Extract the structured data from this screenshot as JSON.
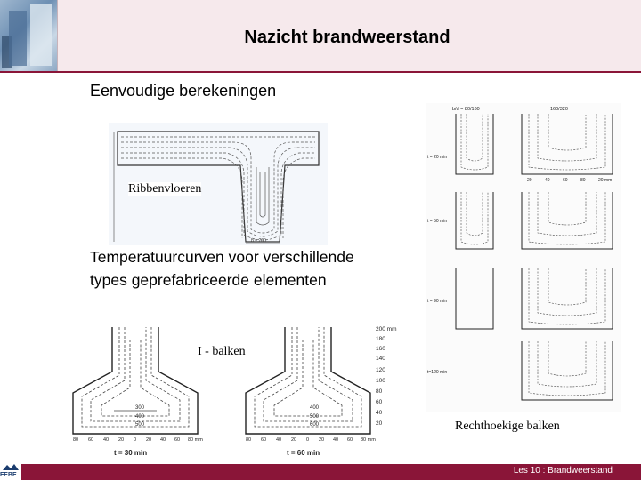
{
  "header": {
    "title": "Nazicht brandweerstand"
  },
  "content": {
    "heading": "Eenvoudige berekeningen",
    "subheading_line1": "Temperatuurcurven voor verschillende",
    "subheading_line2": "types geprefabriceerde elementen"
  },
  "figures": {
    "ribbed_floor": {
      "caption": "Ribbenvloeren"
    },
    "i_beams": {
      "caption": "I - balken",
      "scale_labels": [
        "200 mm",
        "180",
        "160",
        "140",
        "120",
        "100",
        "80",
        "60",
        "40",
        "20"
      ],
      "x_ticks": [
        "80",
        "60",
        "40",
        "20",
        "0",
        "20",
        "40",
        "60",
        "80 mm"
      ],
      "time_left": "t = 30 min",
      "time_right": "t = 60 min",
      "temps_left": [
        "300",
        "400",
        "500"
      ],
      "temps_right": [
        "400",
        "500",
        "600"
      ]
    },
    "rect_beams": {
      "caption": "Rechthoekige balken",
      "header_left": "b/d = 80/160",
      "header_right": "160/320",
      "times": [
        "t = 20 min",
        "t = 50 min",
        "t = 90 min",
        "t=120 min"
      ],
      "x_ticks": [
        "20",
        "40",
        "60",
        "80",
        "20 mm"
      ]
    }
  },
  "footer": {
    "text": "Les 10 : Brandweerstand",
    "logo_text": "FEBE"
  }
}
